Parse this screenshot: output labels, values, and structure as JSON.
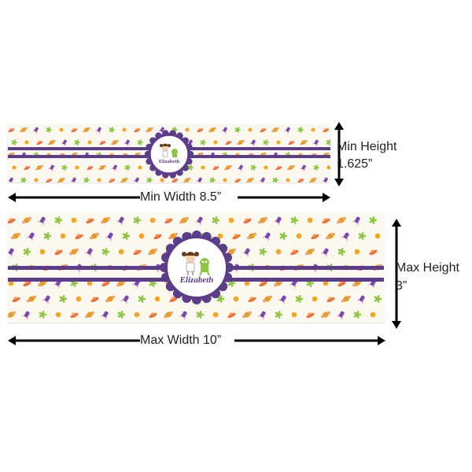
{
  "name_text": "Elizabeth",
  "labels": {
    "min_height": "Min Height",
    "min_height_value": "1.625”",
    "min_width": "Min Width 8.5”",
    "max_height": "Max Height",
    "max_height_value": "3”",
    "max_width": "Max Width 10”"
  },
  "colors": {
    "stripe": "#5b3d8c",
    "background": "#fbf8ef",
    "ufo": "#f06d3a",
    "planet": "#f4b71c",
    "rocket": "#7a48b0",
    "alien": "#8dc63f",
    "sun": "#f7a51c"
  }
}
